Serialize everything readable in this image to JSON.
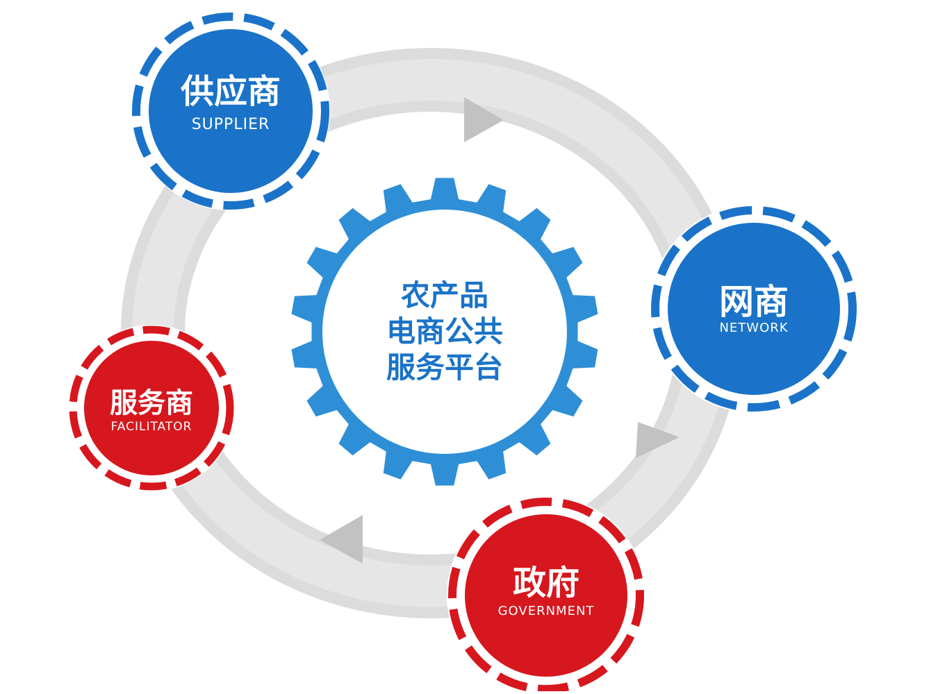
{
  "diagram": {
    "center": {
      "lines": [
        "农产品",
        "电商公共",
        "服务平台"
      ]
    },
    "nodes": {
      "supplier": {
        "zh": "供应商",
        "en": "SUPPLIER"
      },
      "network": {
        "zh": "网商",
        "en": "NETWORK"
      },
      "government": {
        "zh": "政府",
        "en": "GOVERNMENT"
      },
      "facilitator": {
        "zh": "服务商",
        "en": "FACILITATOR"
      }
    }
  },
  "colors": {
    "blue": "#1a73c8",
    "red": "#d6171e",
    "ring": "#d9d9d9",
    "arrow": "#c4c4c4",
    "text_on_node": "#ffffff",
    "center_text": "#1a73c8"
  }
}
